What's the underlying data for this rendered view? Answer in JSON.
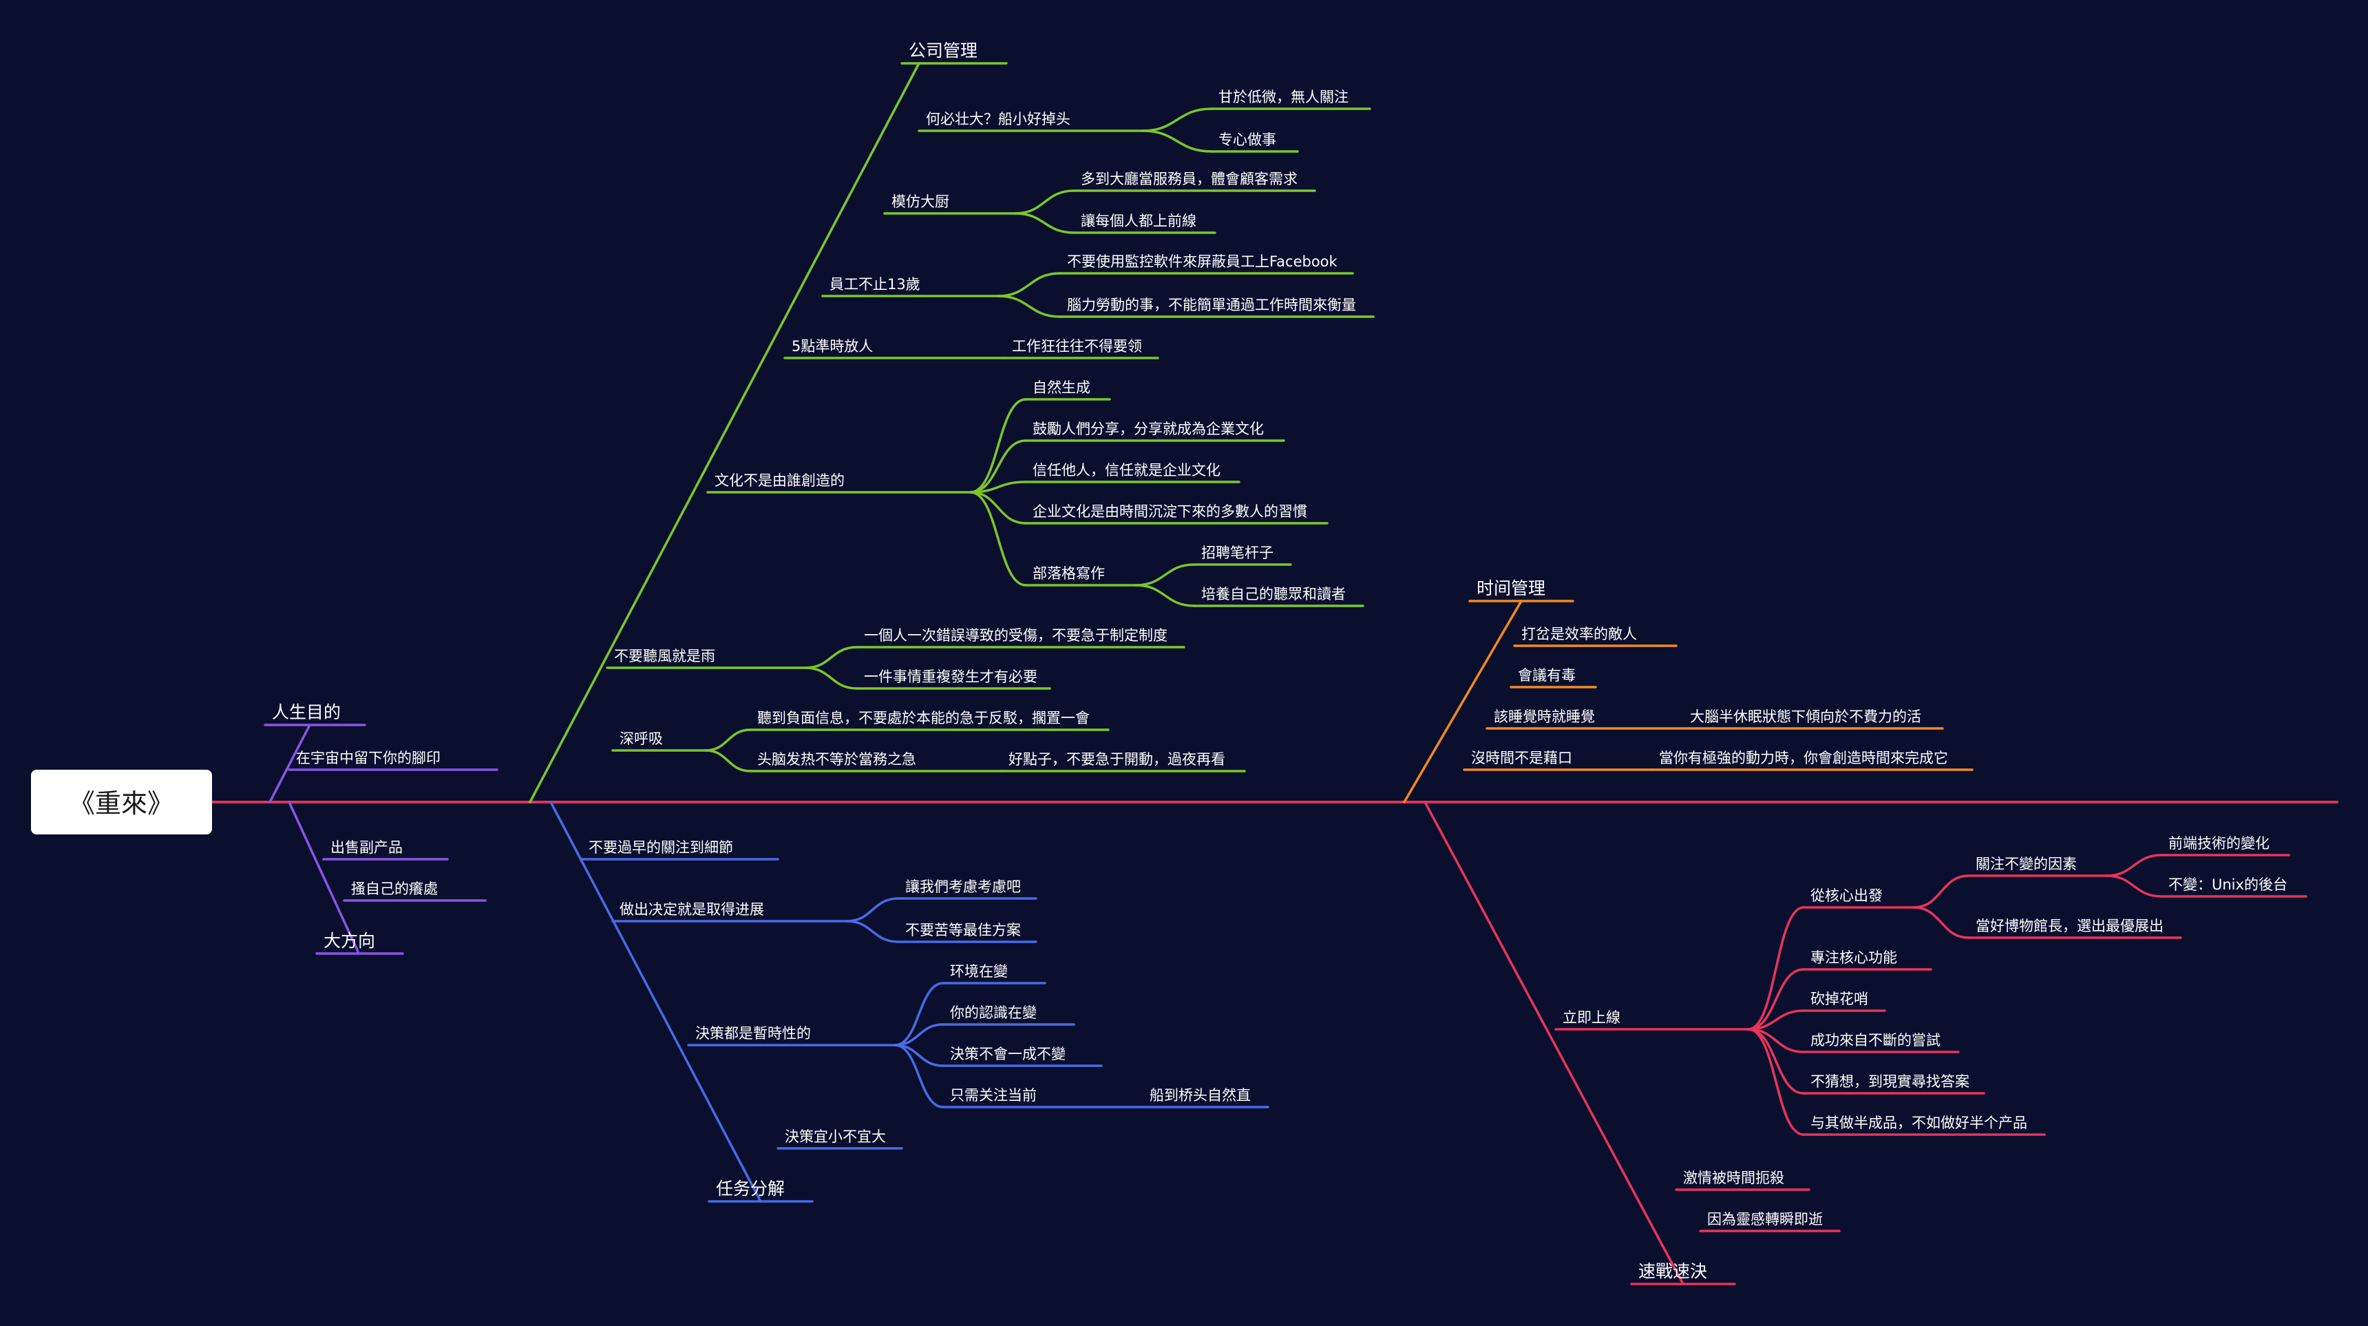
{
  "colors": {
    "background": "#0a0f2e",
    "root_line": "#e0345a",
    "company": "#7cc62a",
    "time": "#f28a1e",
    "life": "#8a55e6",
    "tasks": "#4a6ae6",
    "speed": "#e8345c"
  },
  "root": {
    "label": "《重來》"
  },
  "branches": {
    "company": {
      "label": "公司管理",
      "items": [
        {
          "label": "何必壮大？船小好掉头",
          "children": [
            "甘於低微，無人關注",
            "专心做事"
          ]
        },
        {
          "label": "模仿大厨",
          "children": [
            "多到大廳當服務員，體會顧客需求",
            "讓每個人都上前線"
          ]
        },
        {
          "label": "員工不止13歲",
          "children": [
            "不要使用監控軟件來屏蔽員工上Facebook",
            "腦力勞動的事，不能簡單通過工作時間來衡量"
          ]
        },
        {
          "label": "5點準時放人",
          "children": [
            "工作狂往往不得要领"
          ]
        },
        {
          "label": "文化不是由誰創造的",
          "children": [
            "自然生成",
            "鼓勵人們分享，分享就成為企業文化",
            "信任他人，信任就是企业文化",
            "企业文化是由時間沉淀下來的多數人的習慣"
          ]
        },
        {
          "label": "部落格寫作",
          "children": [
            "招聘笔杆子",
            "培養自己的聽眾和讀者"
          ]
        },
        {
          "label": "不要聽風就是雨",
          "children": [
            "一個人一次錯誤導致的受傷，不要急于制定制度",
            "一件事情重複發生才有必要"
          ]
        },
        {
          "label": "深呼吸",
          "children": [
            "聽到負面信息，不要處於本能的急于反駁，擱置一會",
            "头脑发热不等於當務之急"
          ]
        },
        {
          "label": "",
          "children": [
            "好點子，不要急于開動，過夜再看"
          ]
        }
      ]
    },
    "time": {
      "label": "时间管理",
      "items": [
        {
          "label": "打岔是效率的敵人",
          "children": []
        },
        {
          "label": "會議有毒",
          "children": []
        },
        {
          "label": "該睡覺時就睡覺",
          "children": [
            "大腦半休眠狀態下傾向於不費力的活"
          ]
        },
        {
          "label": "沒時間不是藉口",
          "children": [
            "當你有極強的動力時，你會創造時間來完成它"
          ]
        }
      ]
    },
    "life": {
      "label": "人生目的",
      "items": [
        {
          "label": "在宇宙中留下你的腳印",
          "children": []
        }
      ]
    },
    "direction": {
      "label": "大方向",
      "items": [
        {
          "label": "出售副产品",
          "children": []
        },
        {
          "label": "搔自己的癢處",
          "children": []
        }
      ]
    },
    "tasks": {
      "label": "任务分解",
      "items": [
        {
          "label": "不要過早的關注到細節",
          "children": []
        },
        {
          "label": "做出决定就是取得进展",
          "children": [
            "讓我們考慮考慮吧",
            "不要苦等最佳方案"
          ]
        },
        {
          "label": "決策都是暫時性的",
          "children": [
            "环境在變",
            "你的認識在變",
            "決策不會一成不變",
            "只需关注当前"
          ]
        },
        {
          "label": "",
          "children": [
            "船到桥头自然直"
          ]
        },
        {
          "label": "決策宜小不宜大",
          "children": []
        }
      ]
    },
    "speed": {
      "label": "速戰速決",
      "items": [
        {
          "label": "立即上線",
          "children": [
            "從核心出發",
            "專注核心功能",
            "砍掉花哨",
            "成功來自不斷的嘗試",
            "不猜想，到現實尋找答案",
            "与其做半成品，不如做好半个产品"
          ]
        },
        {
          "label": "",
          "children": [
            "關注不變的因素",
            "當好博物館長，選出最優展出",
            "前端技術的變化",
            "不變：Unix的後台"
          ]
        },
        {
          "label": "激情被時間扼殺",
          "children": []
        },
        {
          "label": "因為靈感轉瞬即逝",
          "children": []
        }
      ]
    }
  }
}
